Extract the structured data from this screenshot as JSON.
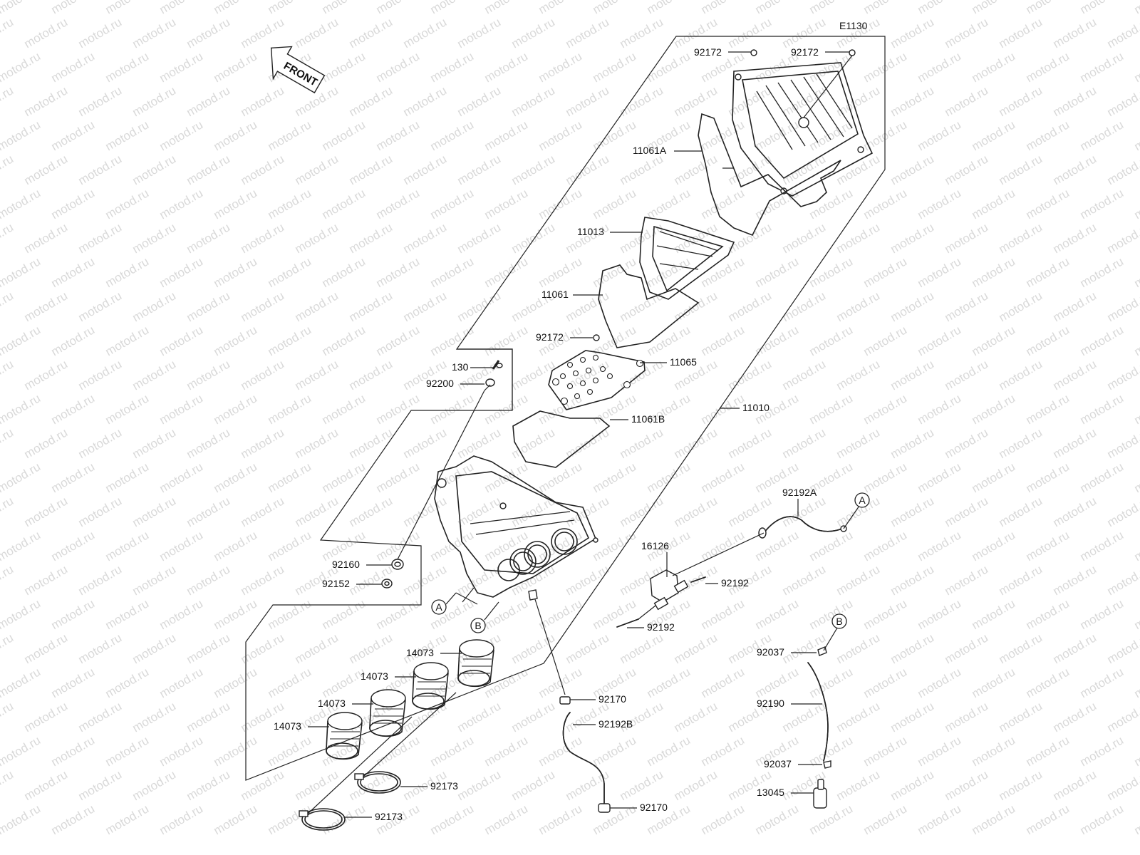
{
  "diagram_code": "E1130",
  "front_label": "FRONT",
  "watermark": "motod.ru",
  "callouts": {
    "a": "A",
    "b": "B"
  },
  "parts": {
    "p92172_top_left": "92172",
    "p92172_top_right": "92172",
    "p11061A": "11061A",
    "p11013": "11013",
    "p11061": "11061",
    "p92172_mid": "92172",
    "p11065": "11065",
    "p130": "130",
    "p92200": "92200",
    "p11061B": "11061B",
    "p11010": "11010",
    "p92192A": "92192A",
    "p16126": "16126",
    "p92192_upper": "92192",
    "p92192_lower": "92192",
    "p92160": "92160",
    "p92152": "92152",
    "p14073_1": "14073",
    "p14073_2": "14073",
    "p14073_3": "14073",
    "p14073_4": "14073",
    "p92170_upper": "92170",
    "p92192B": "92192B",
    "p92170_lower": "92170",
    "p92173_upper": "92173",
    "p92173_lower": "92173",
    "p92037_upper": "92037",
    "p92190": "92190",
    "p92037_lower": "92037",
    "p13045": "13045"
  }
}
